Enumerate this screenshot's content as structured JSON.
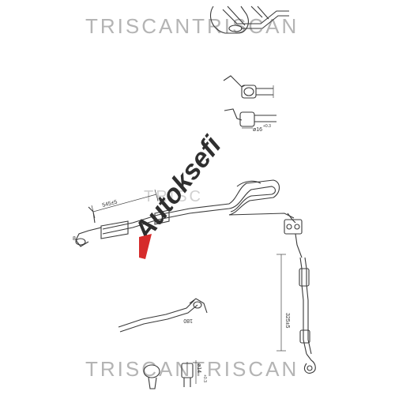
{
  "watermark": {
    "top": "TRISCANTRISCAN",
    "middle": "TRISC",
    "bottom": "TRISCANTRISCAN"
  },
  "logo": {
    "text": "Autoksefi",
    "accent_color": "#d62b2b"
  },
  "dimensions": {
    "upper_hose_length": "545±5",
    "vertical_hose_length": "325±5",
    "lower_bracket_length": "180",
    "fitting_diameter_upper": "ø16",
    "fitting_diameter_upper_tol": "+0.3",
    "fitting_diameter_lower": "ø14",
    "fitting_diameter_lower_tol": "+0.3",
    "small_angle": "8"
  }
}
